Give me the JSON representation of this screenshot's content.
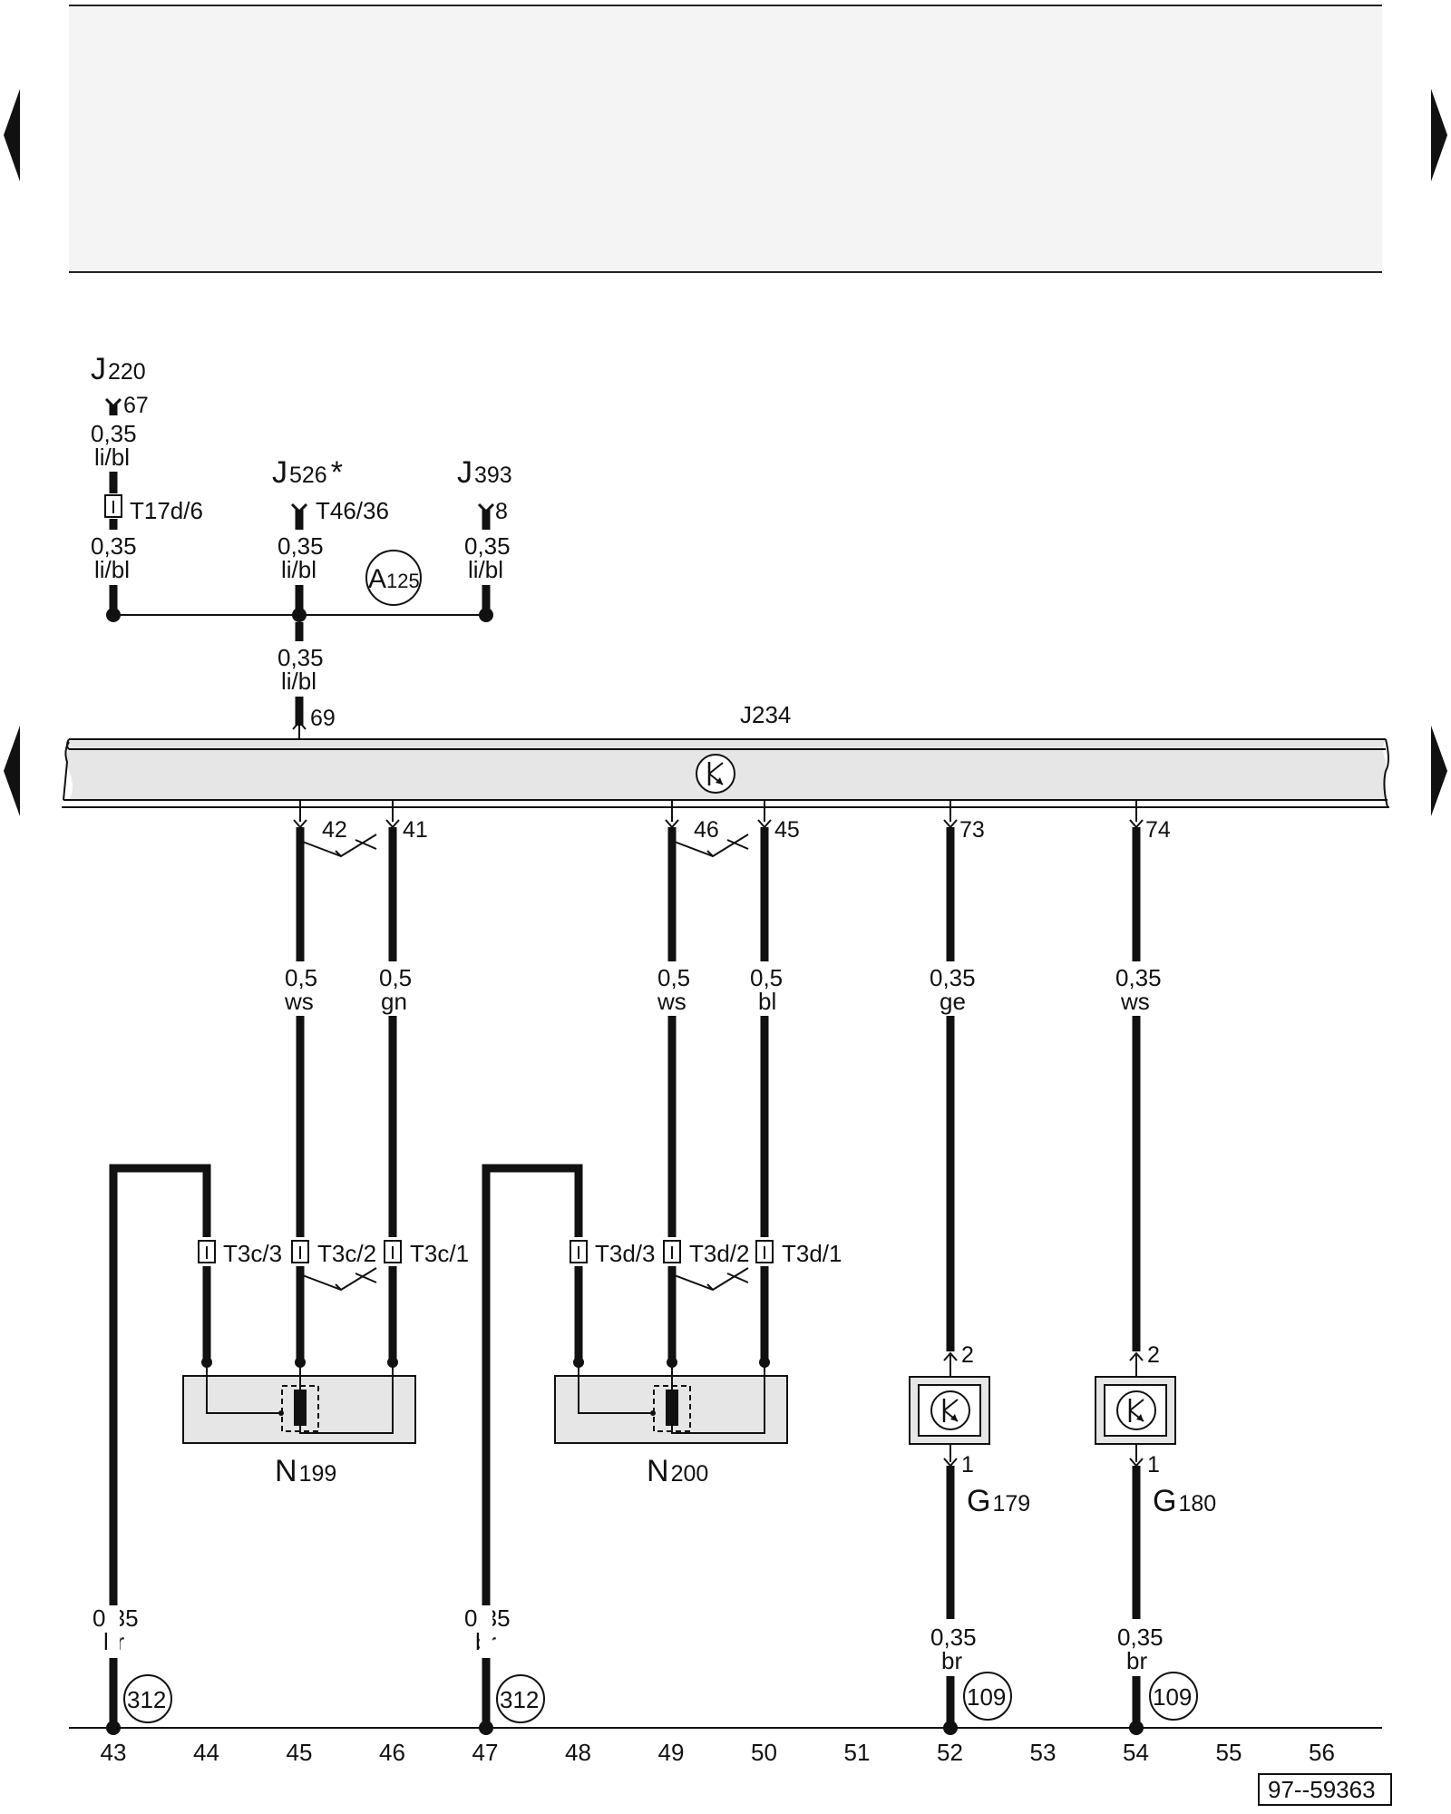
{
  "components": {
    "j220": {
      "letter": "J",
      "num": "220"
    },
    "j526": {
      "letter": "J",
      "num": "526",
      "mark": "*"
    },
    "j393": {
      "letter": "J",
      "num": "393"
    },
    "j234": "J234",
    "n199": {
      "letter": "N",
      "num": "199"
    },
    "n200": {
      "letter": "N",
      "num": "200"
    },
    "g179": {
      "letter": "G",
      "num": "179"
    },
    "g180": {
      "letter": "G",
      "num": "180"
    }
  },
  "connectors": {
    "t17d6": "T17d/6",
    "t4636": "T46/36",
    "t3c3": "T3c/3",
    "t3c2": "T3c/2",
    "t3c1": "T3c/1",
    "t3d3": "T3d/3",
    "t3d2": "T3d/2",
    "t3d1": "T3d/1"
  },
  "pins": {
    "j220_67": "67",
    "j393_8": "8",
    "j234_69": "69",
    "p42": "42",
    "p41": "41",
    "p46": "46",
    "p45": "45",
    "p73": "73",
    "p74": "74",
    "g179_2": "2",
    "g179_1": "1",
    "g180_2": "2",
    "g180_1": "1"
  },
  "wires": {
    "w_j220_a": {
      "size": "0,35",
      "color": "li/bl"
    },
    "w_j220_b": {
      "size": "0,35",
      "color": "li/bl"
    },
    "w_j526": {
      "size": "0,35",
      "color": "li/bl"
    },
    "w_j393": {
      "size": "0,35",
      "color": "li/bl"
    },
    "w_j234": {
      "size": "0,35",
      "color": "li/bl"
    },
    "w42": {
      "size": "0,5",
      "color": "ws"
    },
    "w41": {
      "size": "0,5",
      "color": "gn"
    },
    "w46": {
      "size": "0,5",
      "color": "ws"
    },
    "w45": {
      "size": "0,5",
      "color": "bl"
    },
    "w73": {
      "size": "0,35",
      "color": "ge"
    },
    "w74": {
      "size": "0,35",
      "color": "ws"
    },
    "g43": {
      "size": "0,35",
      "color": "br"
    },
    "g47": {
      "size": "0,35",
      "color": "br"
    },
    "g52": {
      "size": "0,35",
      "color": "br"
    },
    "g54": {
      "size": "0,35",
      "color": "br"
    }
  },
  "splices": {
    "a125": {
      "letter": "A",
      "num": "125"
    },
    "s312a": "312",
    "s312b": "312",
    "s109a": "109",
    "s109b": "109"
  },
  "tracks": [
    "43",
    "44",
    "45",
    "46",
    "47",
    "48",
    "49",
    "50",
    "51",
    "52",
    "53",
    "54",
    "55",
    "56"
  ],
  "doc_number": "97--59363",
  "colors": {
    "panel": "#f4f4f4",
    "component_fill": "#e6e6e6",
    "wire": "#111111"
  }
}
